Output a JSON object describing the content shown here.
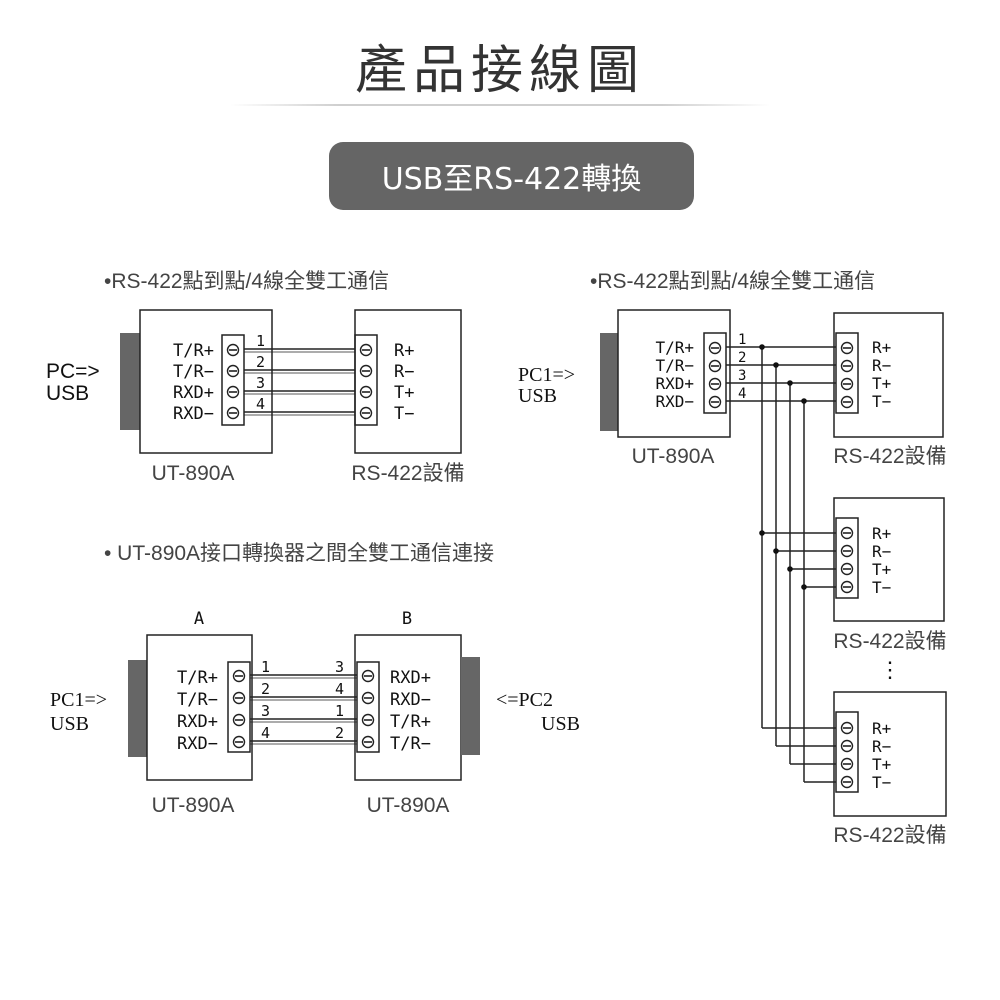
{
  "header": {
    "title": "產品接線圖",
    "badge": "USB至RS-422轉換"
  },
  "diagram1": {
    "heading": "•RS-422點到點/4線全雙工通信",
    "host_line1": "PC=>",
    "host_line2": "USB",
    "left_pins": [
      "T/R+",
      "T/R−",
      "RXD+",
      "RXD−"
    ],
    "wire_numbers": [
      "1",
      "2",
      "3",
      "4"
    ],
    "right_pins": [
      "R+",
      "R−",
      "T+",
      "T−"
    ],
    "left_caption": "UT-890A",
    "right_caption": "RS-422設備"
  },
  "diagram2": {
    "heading": "• UT-890A接口轉換器之間全雙工通信連接",
    "label_a": "A",
    "label_b": "B",
    "host_left_line1": "PC1=>",
    "host_left_line2": "USB",
    "host_right_line1": "<=PC2",
    "host_right_line2": "USB",
    "left_pins": [
      "T/R+",
      "T/R−",
      "RXD+",
      "RXD−"
    ],
    "left_wire_numbers": [
      "1",
      "2",
      "3",
      "4"
    ],
    "right_wire_numbers": [
      "3",
      "4",
      "1",
      "2"
    ],
    "right_pins": [
      "RXD+",
      "RXD−",
      "T/R+",
      "T/R−"
    ],
    "left_caption": "UT-890A",
    "right_caption": "UT-890A"
  },
  "diagram3": {
    "heading": "•RS-422點到點/4線全雙工通信",
    "host_line1": "PC1=>",
    "host_line2": "USB",
    "left_pins": [
      "T/R+",
      "T/R−",
      "RXD+",
      "RXD−"
    ],
    "wire_numbers": [
      "1",
      "2",
      "3",
      "4"
    ],
    "device_pins": [
      "R+",
      "R−",
      "T+",
      "T−"
    ],
    "converter_caption": "UT-890A",
    "device_caption": "RS-422設備",
    "ellipsis": "⋮"
  },
  "colors": {
    "badge_bg": "#656565",
    "connector": "#666666",
    "line": "#222222"
  }
}
